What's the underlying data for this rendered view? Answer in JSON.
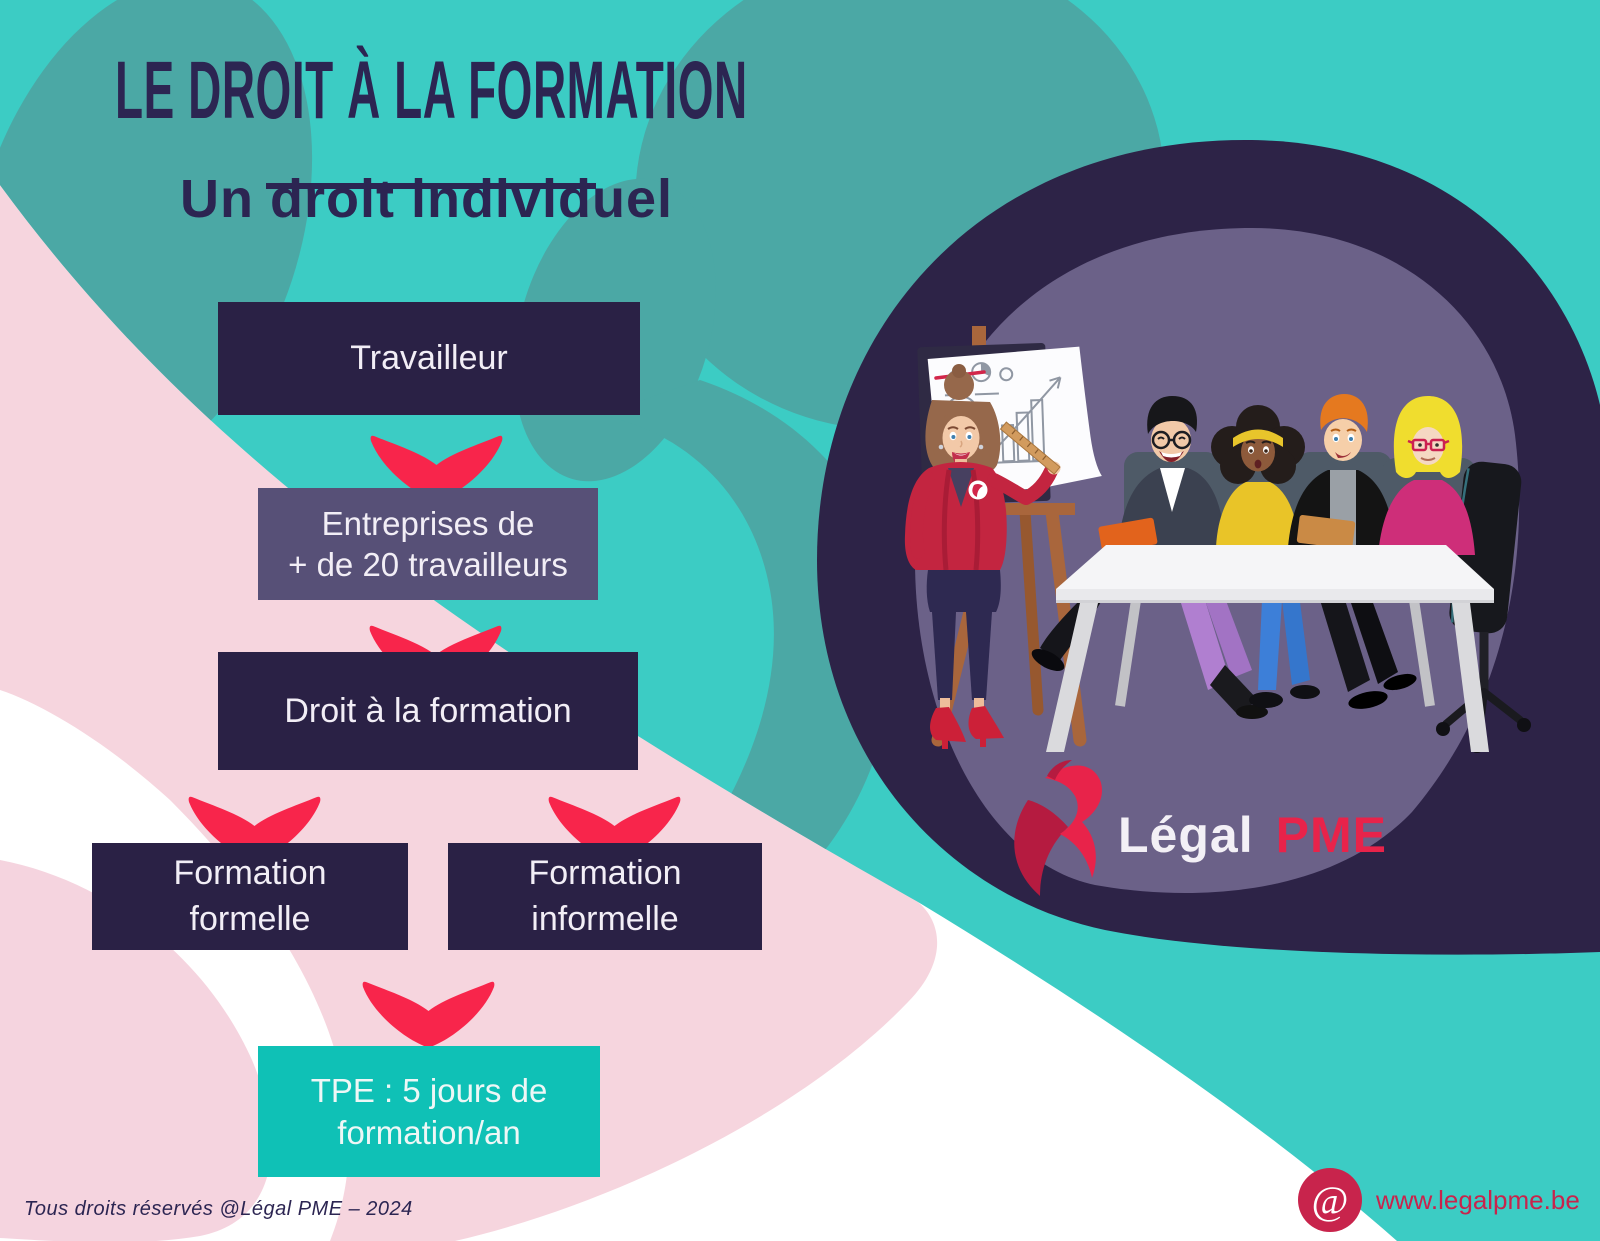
{
  "title": "LE DROIT À LA FORMATION",
  "subtitle": "Un droit individuel",
  "flowchart": {
    "node_travailleur": {
      "label": "Travailleur"
    },
    "node_entreprises": {
      "line1": "Entreprises de",
      "line2": "+ de 20 travailleurs"
    },
    "node_droit": {
      "label": "Droit à la formation"
    },
    "node_formelle": {
      "line1": "Formation",
      "line2": "formelle"
    },
    "node_informelle": {
      "line1": "Formation",
      "line2": "informelle"
    },
    "node_tpe": {
      "line1": "TPE : 5 jours de",
      "line2": "formation/an"
    }
  },
  "logo": {
    "word1": "Légal",
    "word2": "PME"
  },
  "footer": {
    "copyright": "Tous droits réservés @Légal PME – 2024",
    "at_symbol": "@",
    "website": "www.legalpme.be"
  },
  "colors": {
    "teal": "#3cccc4",
    "teal_dark": "#4ba8a5",
    "pink": "#f6d5de",
    "pink_deep": "#f3cdd9",
    "white": "#ffffff",
    "navy": "#2a2145",
    "slate": "#575077",
    "teal_box": "#0fc1b6",
    "arrow_red": "#f8254b",
    "ring_navy": "#2d2347",
    "circle_purple": "#6b6188",
    "logo_red": "#e8234a",
    "site_red": "#c8244c",
    "text_light": "#f2eef6",
    "title_navy": "#2c2552"
  }
}
